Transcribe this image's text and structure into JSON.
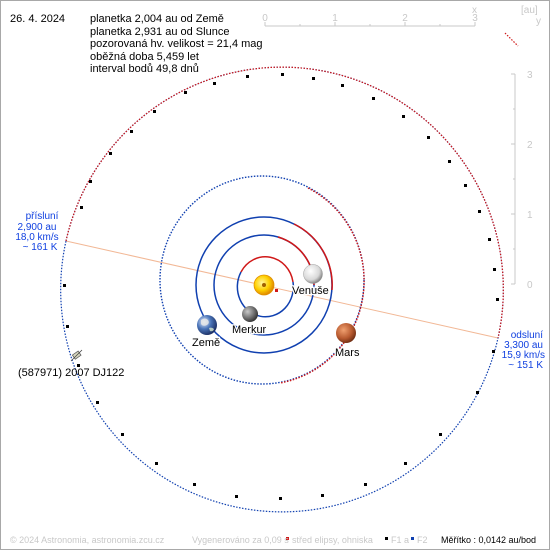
{
  "date": "26. 4. 2024",
  "info_lines": [
    "planetka 2,004 au od Země",
    "planetka 2,931 au od Slunce",
    "pozorovaná hv. velikost = 21,4 mag",
    "oběžná doba 5,459 let",
    "interval bodů 49,8 dnů"
  ],
  "axes": {
    "x_label": "x",
    "y_label": "y",
    "unit": "[au]",
    "x_ticks": [
      "0",
      "1",
      "2",
      "3"
    ],
    "y_ticks": [
      "3",
      "2",
      "1",
      "0"
    ]
  },
  "asteroid": {
    "name": "(587971) 2007 DJ122",
    "perihelion_label": "přísluní",
    "perihelion_dist": "2,900 au",
    "perihelion_speed": "18,0 km/s",
    "perihelion_temp": "~ 161 K",
    "aphelion_label": "odsluní",
    "aphelion_dist": "3,300 au",
    "aphelion_speed": "15,9 km/s",
    "aphelion_temp": "~ 151 K"
  },
  "planets": {
    "venus": "Venuše",
    "mercury": "Merkur",
    "earth": "Země",
    "mars": "Mars"
  },
  "footer": {
    "copyright": "© 2024 Astronomia, astronomia.zcu.cz",
    "generated": "Vygenerováno za 0,09 s",
    "legend_center": "střed elipsy, ohniska",
    "legend_f1": "F1 a",
    "legend_f2": "F2",
    "scale": "Měřítko : 0,0142 au/bod"
  },
  "colors": {
    "orbit_above": "#d01818",
    "orbit_below": "#1040b0",
    "apsis_line": "#f0b090",
    "axis_gray": "#c8c8c8",
    "label_blue": "#1040e0",
    "sun": "#ffd700"
  },
  "icons": {
    "asteroid": "asteroid-icon",
    "sun": "sun-icon"
  }
}
